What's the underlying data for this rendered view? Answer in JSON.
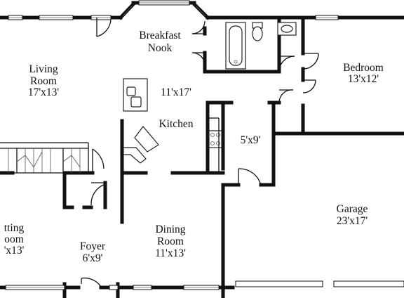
{
  "rooms": {
    "living_room": {
      "name_line1": "Living",
      "name_line2": "Room",
      "size": "17'x13'"
    },
    "breakfast_nook": {
      "name_line1": "Breakfast",
      "name_line2": "Nook"
    },
    "kitchen": {
      "name": "Kitchen",
      "size": "11'x17'"
    },
    "bedroom": {
      "name": "Bedroom",
      "size": "13'x12'"
    },
    "laundry": {
      "size": "5'x9'"
    },
    "garage": {
      "name": "Garage",
      "size": "23'x17'"
    },
    "sitting_room": {
      "name_line1": "tting",
      "name_line2": "oom",
      "size": "'x13'"
    },
    "foyer": {
      "name": "Foyer",
      "size": "6'x9'"
    },
    "dining_room": {
      "name_line1": "Dining",
      "name_line2": "Room",
      "size": "11'x13'"
    }
  }
}
